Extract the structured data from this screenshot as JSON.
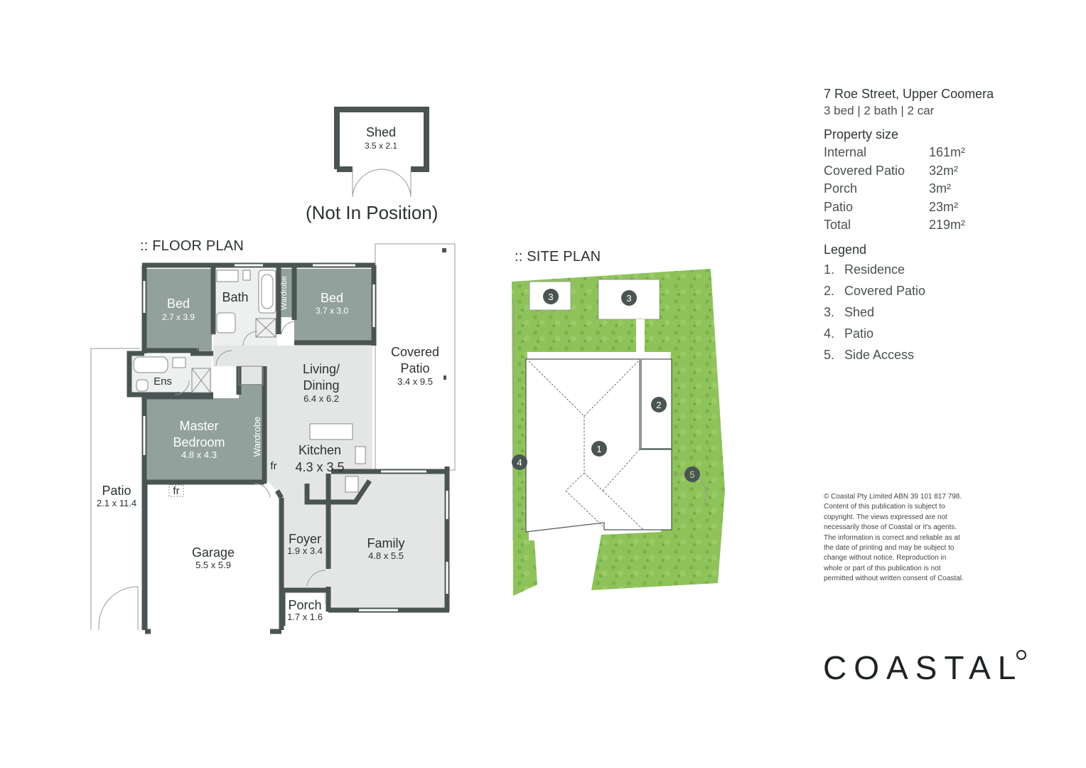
{
  "property": {
    "address": "7 Roe Street, Upper Coomera",
    "summary": "3 bed | 2 bath | 2 car"
  },
  "property_size": {
    "heading": "Property size",
    "rows": [
      {
        "label": "Internal",
        "value": "161m²"
      },
      {
        "label": "Covered Patio",
        "value": "32m²"
      },
      {
        "label": "Porch",
        "value": "3m²"
      },
      {
        "label": "Patio",
        "value": "23m²"
      },
      {
        "label": "Total",
        "value": "219m²"
      }
    ]
  },
  "legend": {
    "heading": "Legend",
    "items": [
      {
        "num": "1.",
        "label": "Residence"
      },
      {
        "num": "2.",
        "label": "Covered Patio"
      },
      {
        "num": "3.",
        "label": "Shed"
      },
      {
        "num": "4.",
        "label": "Patio"
      },
      {
        "num": "5.",
        "label": "Side Access"
      }
    ]
  },
  "copyright": "© Coastal Pty Limited ABN 39 101 817 798. Content of this publication is subject to copyright. The views expressed are not necessarily those of Coastal or it's agents. The information is correct and reliable as at the date of printing and may be subject to change without notice. Reproduction in whole or part of this publication is not permitted without written consent of Coastal.",
  "brand": "COASTAL",
  "floor_plan": {
    "title": ":: FLOOR PLAN",
    "shed_note": "(Not In Position)",
    "rooms": {
      "shed": {
        "name": "Shed",
        "dims": "3.5 x 2.1"
      },
      "bed2": {
        "name": "Bed",
        "dims": "2.7 x 3.9"
      },
      "bath": {
        "name": "Bath"
      },
      "bed3": {
        "name": "Bed",
        "dims": "3.7 x 3.0"
      },
      "wardrobe_top": {
        "name": "Wardrobe"
      },
      "ens": {
        "name": "Ens"
      },
      "living": {
        "name_line1": "Living/",
        "name_line2": "Dining",
        "dims": "6.4 x 6.2"
      },
      "covered_patio": {
        "name_line1": "Covered",
        "name_line2": "Patio",
        "dims": "3.4 x 9.5"
      },
      "master": {
        "name_line1": "Master",
        "name_line2": "Bedroom",
        "dims": "4.8 x 4.3"
      },
      "wardrobe_master": {
        "name": "Wardrobe"
      },
      "kitchen": {
        "name": "Kitchen",
        "dims": "4.3 x 3.5"
      },
      "fridge1": {
        "name": "fr"
      },
      "fridge2": {
        "name": "fr"
      },
      "patio": {
        "name": "Patio",
        "dims": "2.1 x 11.4"
      },
      "garage": {
        "name": "Garage",
        "dims": "5.5 x 5.9"
      },
      "foyer": {
        "name": "Foyer",
        "dims": "1.9 x 3.4"
      },
      "family": {
        "name": "Family",
        "dims": "4.8 x 5.5"
      },
      "porch": {
        "name": "Porch",
        "dims": "1.7 x 1.6"
      }
    }
  },
  "site_plan": {
    "title": ":: SITE PLAN",
    "markers": [
      "1",
      "2",
      "3",
      "3",
      "4",
      "5"
    ]
  },
  "colors": {
    "wall": "#4a5553",
    "bedroom_fill": "#93a19d",
    "grass": "#8ec25a",
    "marker": "#4a5553"
  }
}
